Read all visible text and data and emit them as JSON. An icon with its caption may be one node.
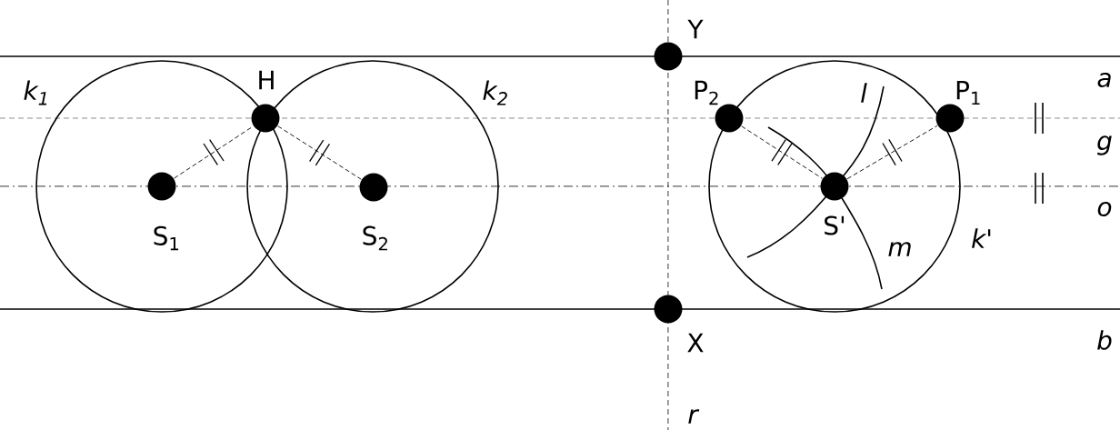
{
  "diagram": {
    "nodes": [
      {
        "text": [],
        "shape": "circle",
        "beside": [
          "H"
        ]
      },
      {
        "text": [],
        "shape": "circle",
        "beside": [
          "S$_{1}$"
        ]
      },
      {
        "text": [],
        "shape": "circle",
        "beside": [
          "S$_{2}$"
        ]
      },
      {
        "text": [],
        "shape": "circle",
        "beside": [
          "Y"
        ]
      },
      {
        "text": [],
        "shape": "circle",
        "beside": [
          "P$_{2}$"
        ]
      },
      {
        "text": [],
        "shape": "circle",
        "beside": [
          "P$_{1}$"
        ]
      },
      {
        "text": [],
        "shape": "circle",
        "beside": [
          "S'"
        ]
      },
      {
        "text": [],
        "shape": "circle",
        "beside": [
          "X"
        ]
      }
    ],
    "edges": [
      {
        "from": 1,
        "to": 0,
        "arrow": "none",
        "style": "dashed"
      },
      {
        "from": 0,
        "to": 2,
        "arrow": "none",
        "style": "dashed"
      },
      {
        "from": 4,
        "to": 6,
        "arrow": "none",
        "style": "dashed"
      },
      {
        "from": 6,
        "to": 5,
        "arrow": "none",
        "style": "dashed"
      }
    ],
    "labels": [
      "k$_{1}$",
      "k$_{2}$",
      "l",
      "a",
      "g",
      "o",
      "k'",
      "m",
      "b",
      "r"
    ]
  }
}
